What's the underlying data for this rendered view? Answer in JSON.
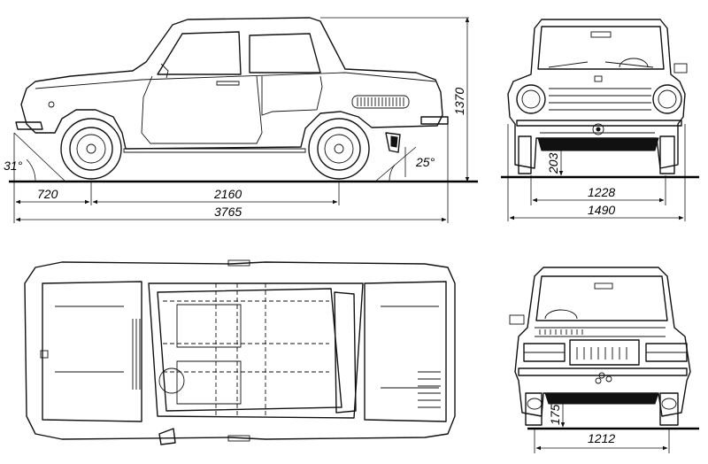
{
  "dimensions": {
    "front_overhang": "720",
    "wheelbase": "2160",
    "overall_length": "3765",
    "height": "1370",
    "approach_angle": "31°",
    "departure_angle": "25°",
    "ground_clearance_front": "203",
    "front_track": "1228",
    "overall_width": "1490",
    "ground_clearance_rear": "175",
    "rear_track": "1212"
  }
}
